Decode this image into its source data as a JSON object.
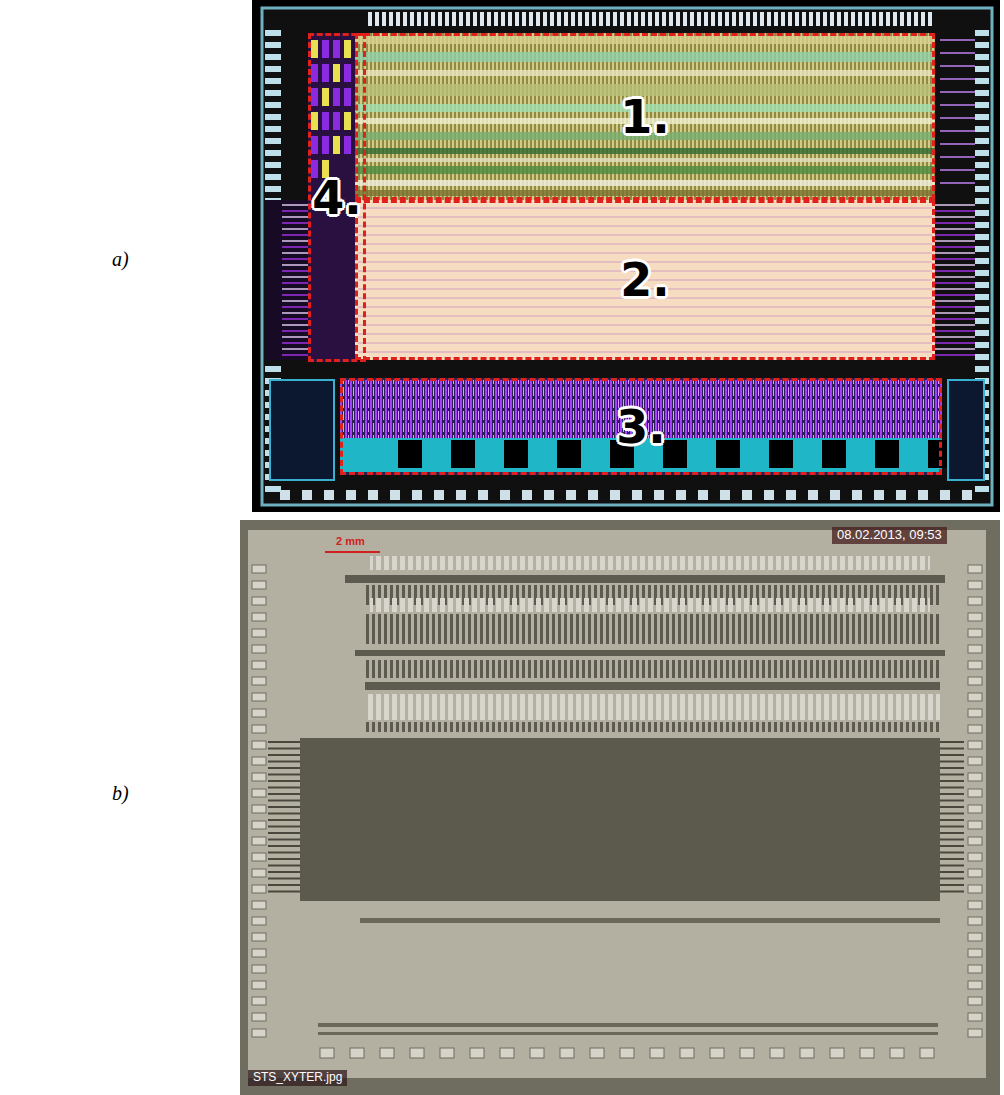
{
  "diagram": {
    "nodes": [
      {
        "text": [
          "1."
        ]
      },
      {
        "text": [
          "2."
        ]
      },
      {
        "text": [
          "3."
        ]
      },
      {
        "text": [
          "4."
        ]
      }
    ],
    "labels": [
      "a)",
      "b)",
      "2 mm",
      "08.02.2013, 09:53",
      "STS_XYTER.jpg"
    ]
  }
}
